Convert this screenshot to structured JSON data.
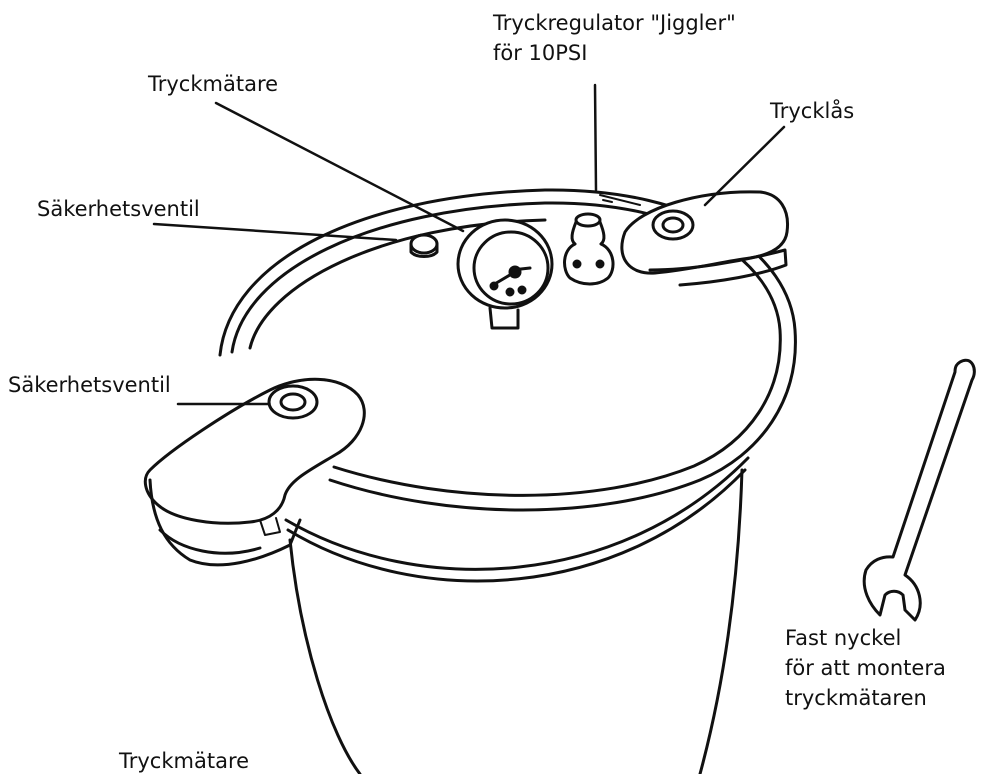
{
  "labels": {
    "jiggler_line1": "Tryckregulator \"Jiggler\"",
    "jiggler_line2": "för 10PSI",
    "gauge": "Tryckmätare",
    "lock": "Trycklås",
    "safety_valve_lid": "Säkerhetsventil",
    "safety_valve_handle": "Säkerhetsventil",
    "wrench_line1": "Fast nyckel",
    "wrench_line2": "för att montera",
    "wrench_line3": "tryckmätaren",
    "caption": "Tryckmätare"
  },
  "colors": {
    "stroke": "#111111",
    "fill": "#ffffff"
  }
}
